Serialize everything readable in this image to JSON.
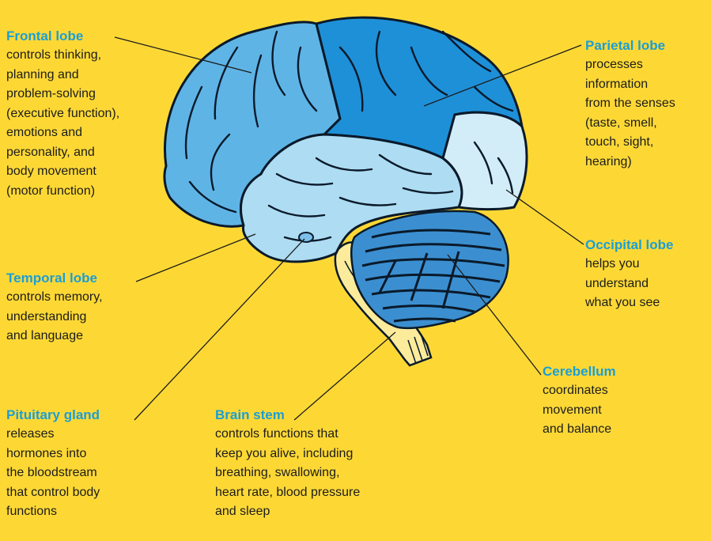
{
  "colors": {
    "background": "#FDD835",
    "heading": "#1A9ED6",
    "frontal": "#5FB4E6",
    "parietal": "#1E90D8",
    "temporal": "#AEDCF2",
    "occipital": "#D2ECF8",
    "cerebellum": "#3B8FD0",
    "stem": "#FCEB9B",
    "outline": "#0a1a2a"
  },
  "regions": [
    {
      "id": "frontal",
      "title": "Frontal lobe",
      "lines": [
        "controls thinking,",
        "planning and",
        "problem-solving",
        "(executive function),",
        "emotions and",
        "personality, and",
        "body movement",
        "(motor function)"
      ]
    },
    {
      "id": "parietal",
      "title": "Parietal lobe",
      "lines": [
        "processes",
        "information",
        "from the senses",
        "(taste, smell,",
        "touch, sight,",
        "hearing)"
      ]
    },
    {
      "id": "temporal",
      "title": "Temporal lobe",
      "lines": [
        "controls memory,",
        "understanding",
        "and language"
      ]
    },
    {
      "id": "occipital",
      "title": "Occipital lobe",
      "lines": [
        "helps you",
        "understand",
        "what you see"
      ]
    },
    {
      "id": "cerebellum",
      "title": "Cerebellum",
      "lines": [
        "coordinates",
        "movement",
        "and balance"
      ]
    },
    {
      "id": "pituitary",
      "title": "Pituitary gland",
      "lines": [
        "releases",
        "hormones into",
        "the bloodstream",
        "that control body",
        "functions"
      ]
    },
    {
      "id": "brainstem",
      "title": "Brain stem",
      "lines": [
        "controls functions that",
        "keep you alive, including",
        "breathing, swallowing,",
        "heart rate, blood pressure",
        "and sleep"
      ]
    }
  ]
}
